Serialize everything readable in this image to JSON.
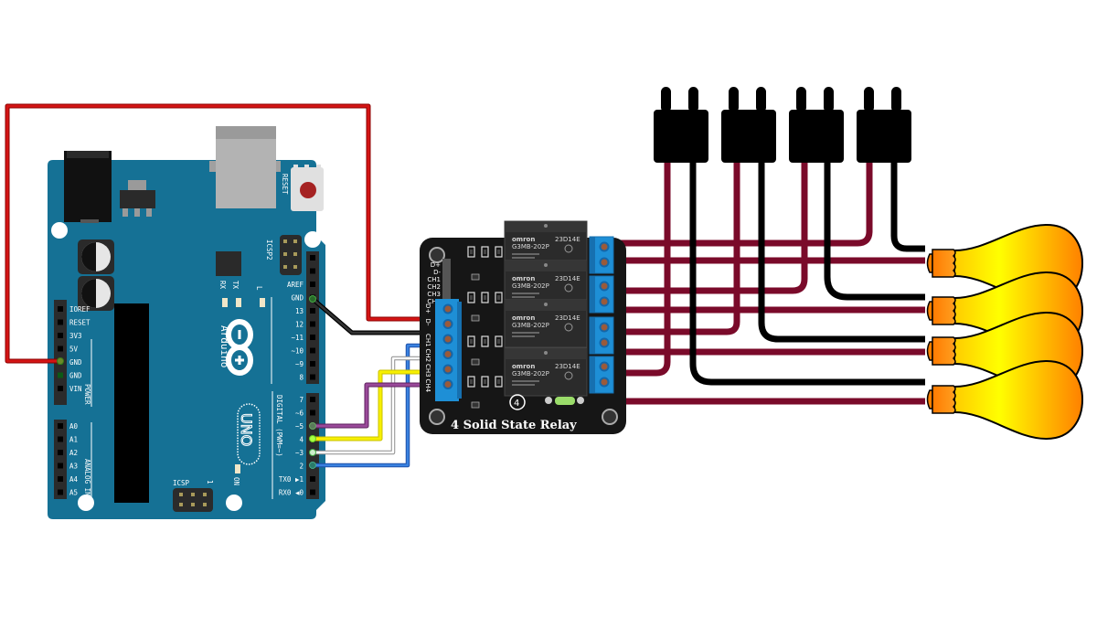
{
  "diagram": {
    "title": "Arduino Uno controlling 4 lamps via 4-channel solid state relay",
    "arduino": {
      "brand": "Arduino",
      "trademark": "TM",
      "model": "UNO",
      "labels": {
        "reset_button": "RESET",
        "icsp2": "ICSP2",
        "icsp": "ICSP",
        "icsp_pin1": "1",
        "rx": "RX",
        "tx": "TX",
        "l": "L",
        "on": "ON",
        "power_group": "POWER",
        "analog_group": "ANALOG IN",
        "digital_group": "DIGITAL (PWM=~)"
      },
      "power_header": [
        "IOREF",
        "RESET",
        "3V3",
        "5V",
        "GND",
        "GND",
        "VIN"
      ],
      "analog_header": [
        "A0",
        "A1",
        "A2",
        "A3",
        "A4",
        "A5"
      ],
      "digital_header_top": [
        "AREF",
        "GND",
        "13",
        "12",
        "~11",
        "~10",
        "~9",
        "8"
      ],
      "digital_header_bottom": [
        "7",
        "~6",
        "~5",
        "4",
        "~3",
        "2",
        "TX0 ▶1",
        "RX0 ◀0"
      ]
    },
    "relay_board": {
      "title": "4 Solid State Relay",
      "channel_number": "4",
      "input_pins": [
        "D+",
        "D-",
        "CH1",
        "CH2",
        "CH3",
        "CH4"
      ],
      "relays": [
        {
          "brand": "omron",
          "code": "23D14E",
          "model": "G3MB-202P"
        },
        {
          "brand": "omron",
          "code": "23D14E",
          "model": "G3MB-202P"
        },
        {
          "brand": "omron",
          "code": "23D14E",
          "model": "G3MB-202P"
        },
        {
          "brand": "omron",
          "code": "23D14E",
          "model": "G3MB-202P"
        }
      ]
    },
    "connections": [
      {
        "from": "Arduino 5V",
        "to": "Relay D+",
        "color": "#cc1111"
      },
      {
        "from": "Arduino GND",
        "to": "Relay D-",
        "color": "#111111"
      },
      {
        "from": "Arduino pin 2",
        "to": "Relay CH1",
        "color": "#2f6fd6"
      },
      {
        "from": "Arduino pin 3",
        "to": "Relay CH2",
        "color": "#d0d0d0"
      },
      {
        "from": "Arduino pin 4",
        "to": "Relay CH3",
        "color": "#f4f000"
      },
      {
        "from": "Arduino pin 5",
        "to": "Relay CH4",
        "color": "#8e3c8e"
      }
    ],
    "plugs": {
      "count": 4
    },
    "lamps": {
      "count": 4
    },
    "colors": {
      "arduino_board": "#157195",
      "header": "#2b2b2b",
      "relay_board": "#1a1a1a",
      "terminal_block": "#1e8fd6",
      "mains_live": "#7a0a2a",
      "mains_neutral": "#111111",
      "bulb_glass_center": "#ffff00",
      "bulb_glass_edge": "#ff9000",
      "bulb_base": "#ff8a00"
    }
  }
}
